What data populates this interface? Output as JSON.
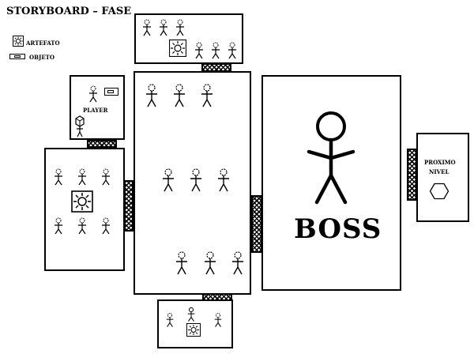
{
  "title": "STORYBOARD – FASE",
  "legend": [
    {
      "icon": "artifact-icon",
      "label": "ARTEFATO"
    },
    {
      "icon": "object-icon",
      "label": "OBJETO"
    }
  ],
  "rooms": {
    "player_room": {
      "label": "PLAYER"
    },
    "boss_room": {
      "label": "BOSS"
    },
    "exit_room": {
      "label_line1": "PROXIMO",
      "label_line2": "NIVEL"
    }
  }
}
